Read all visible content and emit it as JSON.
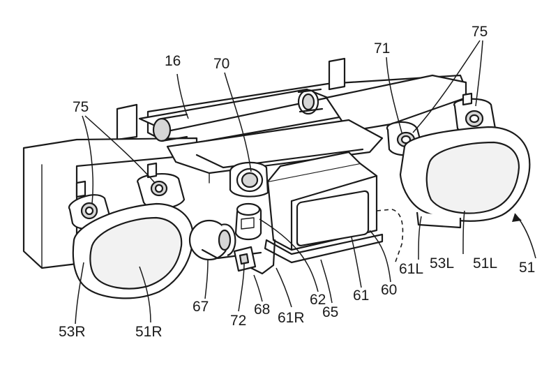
{
  "labels": {
    "l16": "16",
    "l70": "70",
    "l71": "71",
    "l75_top": "75",
    "l75_left": "75",
    "l53R": "53R",
    "l51R": "51R",
    "l67": "67",
    "l72": "72",
    "l68": "68",
    "l61R": "61R",
    "l62": "62",
    "l65": "65",
    "l61": "61",
    "l60": "60",
    "l61L": "61L",
    "l53L": "53L",
    "l51L": "51L",
    "l51": "51"
  },
  "colors": {
    "line": "#1a1a1a",
    "background": "#ffffff",
    "shade": "#d6d6d6"
  }
}
